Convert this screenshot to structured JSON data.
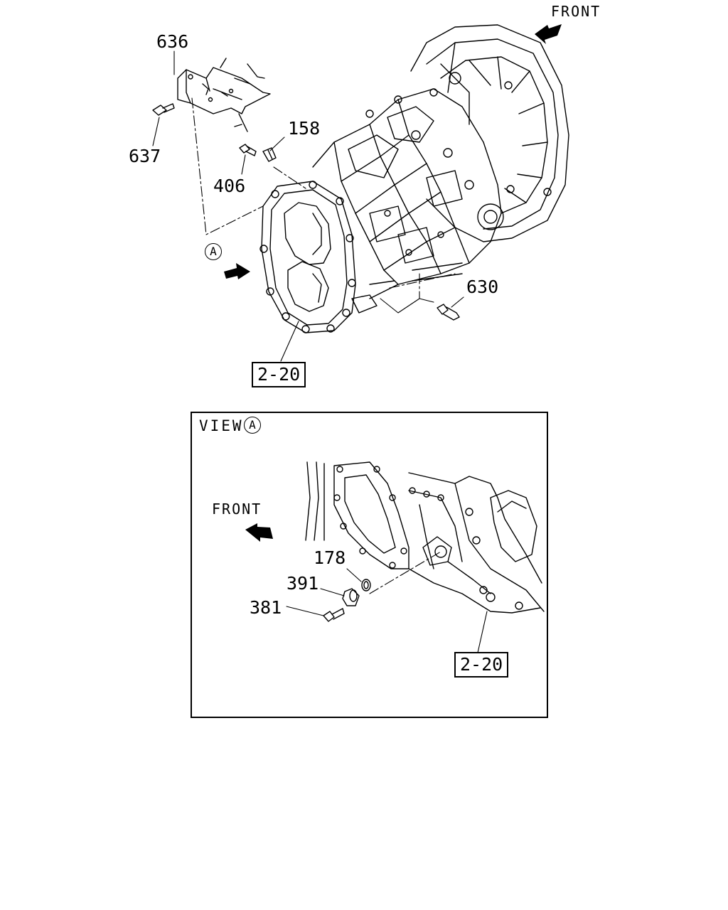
{
  "top_view": {
    "front_label": "FRONT",
    "callouts": {
      "c636": "636",
      "c637": "637",
      "c158": "158",
      "c406": "406",
      "c630": "630"
    },
    "view_marker": "A",
    "ref_box": "2-20"
  },
  "view_a": {
    "title": "VIEW",
    "marker": "A",
    "front_label": "FRONT",
    "callouts": {
      "c178": "178",
      "c391": "391",
      "c381": "381"
    },
    "ref_box": "2-20"
  }
}
